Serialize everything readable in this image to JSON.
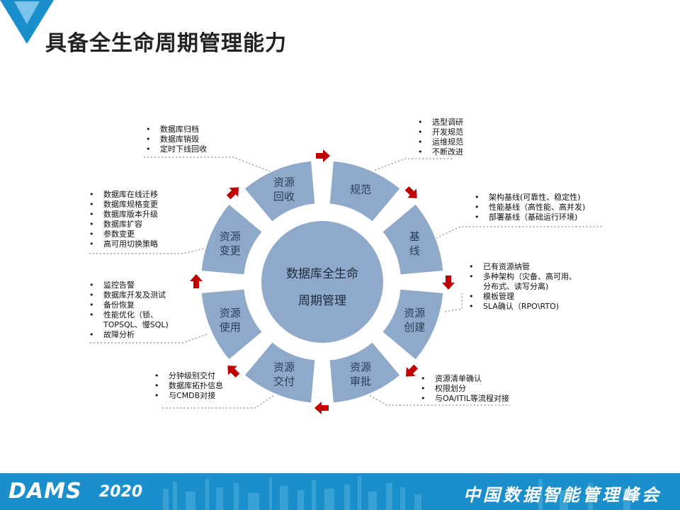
{
  "title": "具备全生命周期管理能力",
  "center": {
    "line1": "数据库全生命",
    "line2": "周期管理"
  },
  "segments": [
    {
      "line1": "规范",
      "line2": ""
    },
    {
      "line1": "基",
      "line2": "线"
    },
    {
      "line1": "资源",
      "line2": "创建"
    },
    {
      "line1": "资源",
      "line2": "审批"
    },
    {
      "line1": "资源",
      "line2": "交付"
    },
    {
      "line1": "资源",
      "line2": "使用"
    },
    {
      "line1": "资源",
      "line2": "变更"
    },
    {
      "line1": "资源",
      "line2": "回收"
    }
  ],
  "notes": {
    "guifan": [
      "选型调研",
      "开发规范",
      "运维规范",
      "不断改进"
    ],
    "jixian": [
      "架构基线(可靠性、稳定性)",
      "性能基线（高性能、高并发)",
      "部署基线（基础运行环境)"
    ],
    "chuangjian": [
      "已有资源纳管",
      "多种架构（灾备、高可用、",
      "分布式、读写分离)",
      "模板管理",
      "SLA确认（RPO\\RTO)"
    ],
    "shenpi": [
      "资源清单确认",
      "权限划分",
      "与OA/ITIL等流程对接"
    ],
    "jiaofu": [
      "分钟级别交付",
      "数据库拓扑信息",
      "与CMDB对接"
    ],
    "shiyong": [
      "监控告警",
      "数据库开发及测试",
      "备份恢复",
      "性能优化（锁、",
      "TOPSQL、慢SQL)",
      "故障分析"
    ],
    "biangeng": [
      "数据库在线迁移",
      "数据库规格变更",
      "数据库版本升级",
      "数据库扩容",
      "参数变更",
      "高可用切换策略"
    ],
    "huishou": [
      "数据库归档",
      "数据库销毁",
      "定时下线回收"
    ]
  },
  "footer": {
    "brand": "DAMS",
    "year": "2020",
    "summit": "中国数据智能管理峰会"
  },
  "colors": {
    "segment": "#8FA9CB",
    "center": "#8FA9CB",
    "arrow": "#C00000",
    "footer": "#1A8FCB"
  }
}
